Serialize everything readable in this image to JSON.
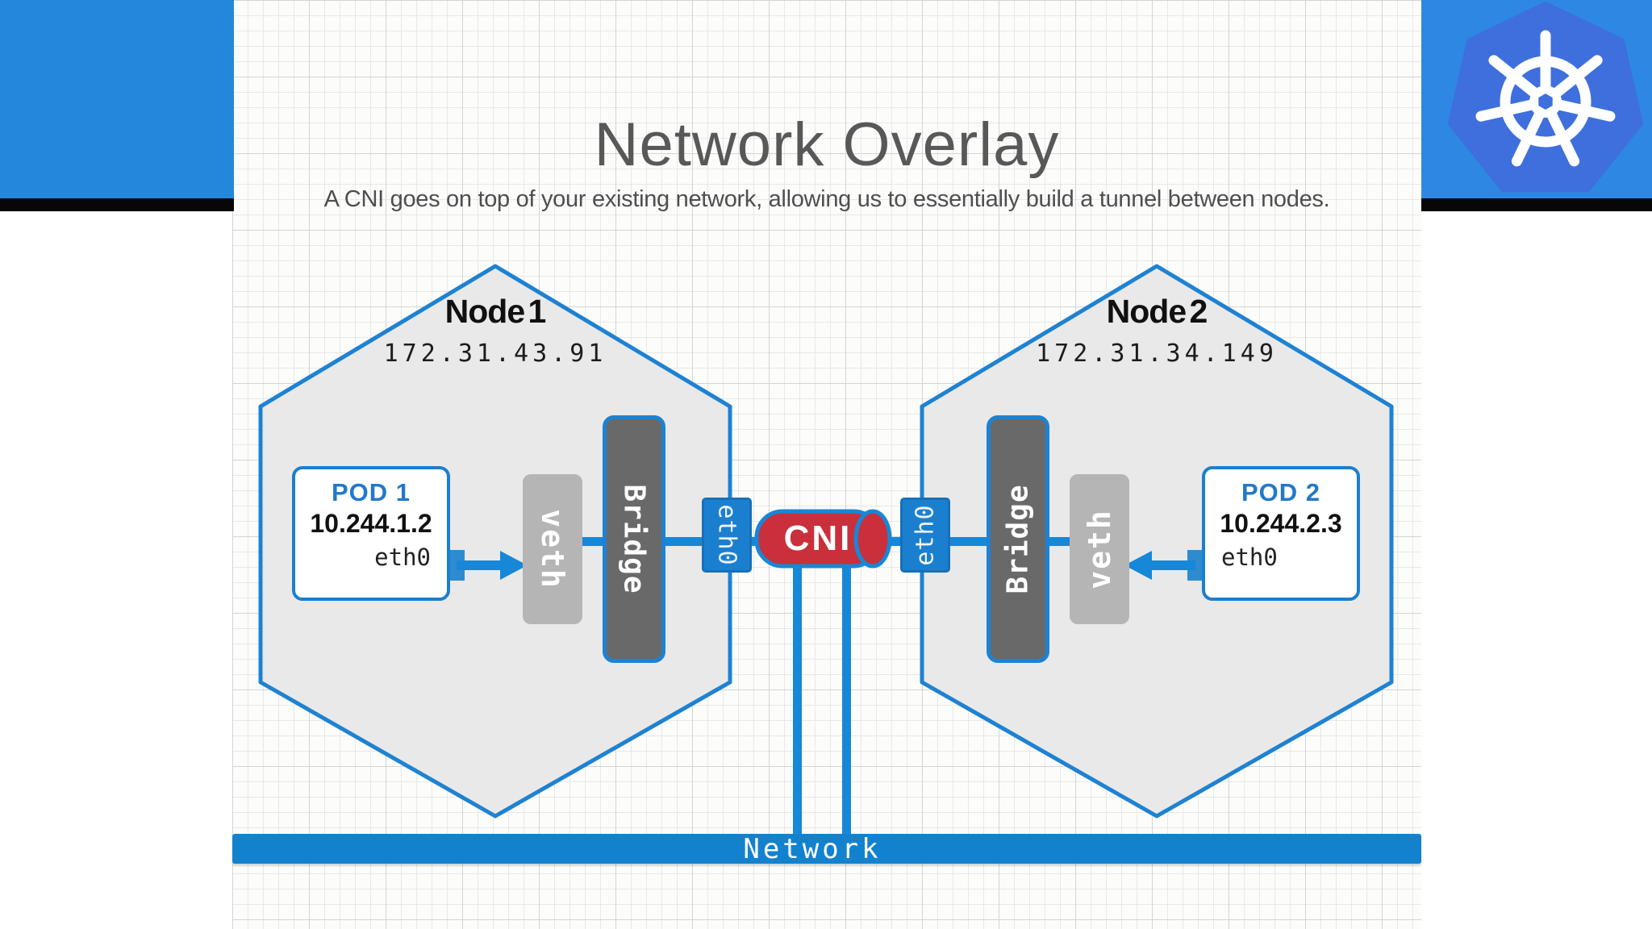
{
  "slide": {
    "title": "Network Overlay",
    "subtitle": "A CNI goes on top of your existing network, allowing us to essentially build a tunnel between nodes."
  },
  "nodes": [
    {
      "name": "Node 1",
      "ip": "172.31.43.91",
      "pod": {
        "name": "POD 1",
        "ip": "10.244.1.2",
        "interface": "eth0"
      },
      "veth_label": "veth",
      "bridge_label": "Bridge",
      "eth_label": "eth0"
    },
    {
      "name": "Node 2",
      "ip": "172.31.34.149",
      "pod": {
        "name": "POD 2",
        "ip": "10.244.2.3",
        "interface": "eth0"
      },
      "veth_label": "veth",
      "bridge_label": "Bridge",
      "eth_label": "eth0"
    }
  ],
  "tunnel": {
    "label": "CNI"
  },
  "network": {
    "label": "Network"
  },
  "icons": {
    "kubernetes_logo": "kubernetes-wheel-icon"
  },
  "colors": {
    "accent_blue": "#1787d8",
    "box_blue": "#1b7fd0",
    "network_bar_blue": "#1282cf",
    "tunnel_red": "#c9303c",
    "header_blue": "#2487dc",
    "k8s_tile_blue": "#2e88e3",
    "k8s_heptagon_blue": "#3e6fdd",
    "bridge_gray": "#696969",
    "veth_gray": "#b5b5b5",
    "hexagon_fill": "#e9e9e9",
    "title_gray": "#585858",
    "black_bar": "#070707"
  }
}
